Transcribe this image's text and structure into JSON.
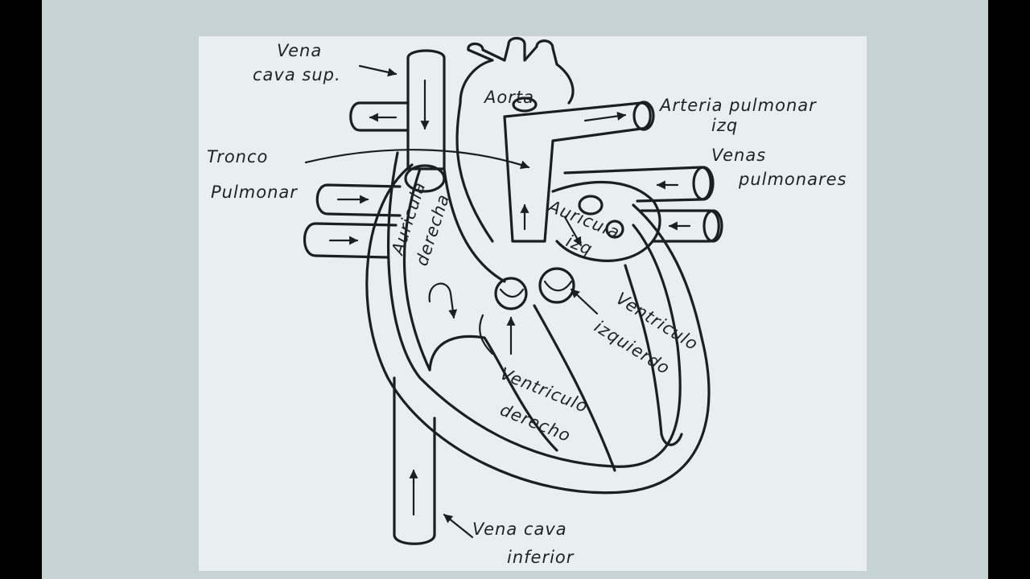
{
  "colors": {
    "frame": "#000000",
    "paper_shadow": "#c6d3d4",
    "paper": "#e9eef0",
    "ink": "#1b1f22"
  },
  "labels": {
    "vena_cava_sup_1": "Vena",
    "vena_cava_sup_2": "cava sup.",
    "aorta": "Aorta",
    "arteria_pulmonar_1": "Arteria pulmonar",
    "arteria_pulmonar_2": "izq",
    "tronco_1": "Tronco",
    "tronco_2": "Pulmonar",
    "venas_pulmonares_1": "Venas",
    "venas_pulmonares_2": "pulmonares",
    "auricula_derecha_1": "Auricula",
    "auricula_derecha_2": "derecha",
    "auricula_izq_1": "Auricula",
    "auricula_izq_2": "izq",
    "ventriculo_izquierdo_1": "Ventriculo",
    "ventriculo_izquierdo_2": "izquierdo",
    "ventriculo_derecho_1": "Ventriculo",
    "ventriculo_derecho_2": "derecho",
    "vena_cava_inf_1": "Vena cava",
    "vena_cava_inf_2": "inferior"
  }
}
